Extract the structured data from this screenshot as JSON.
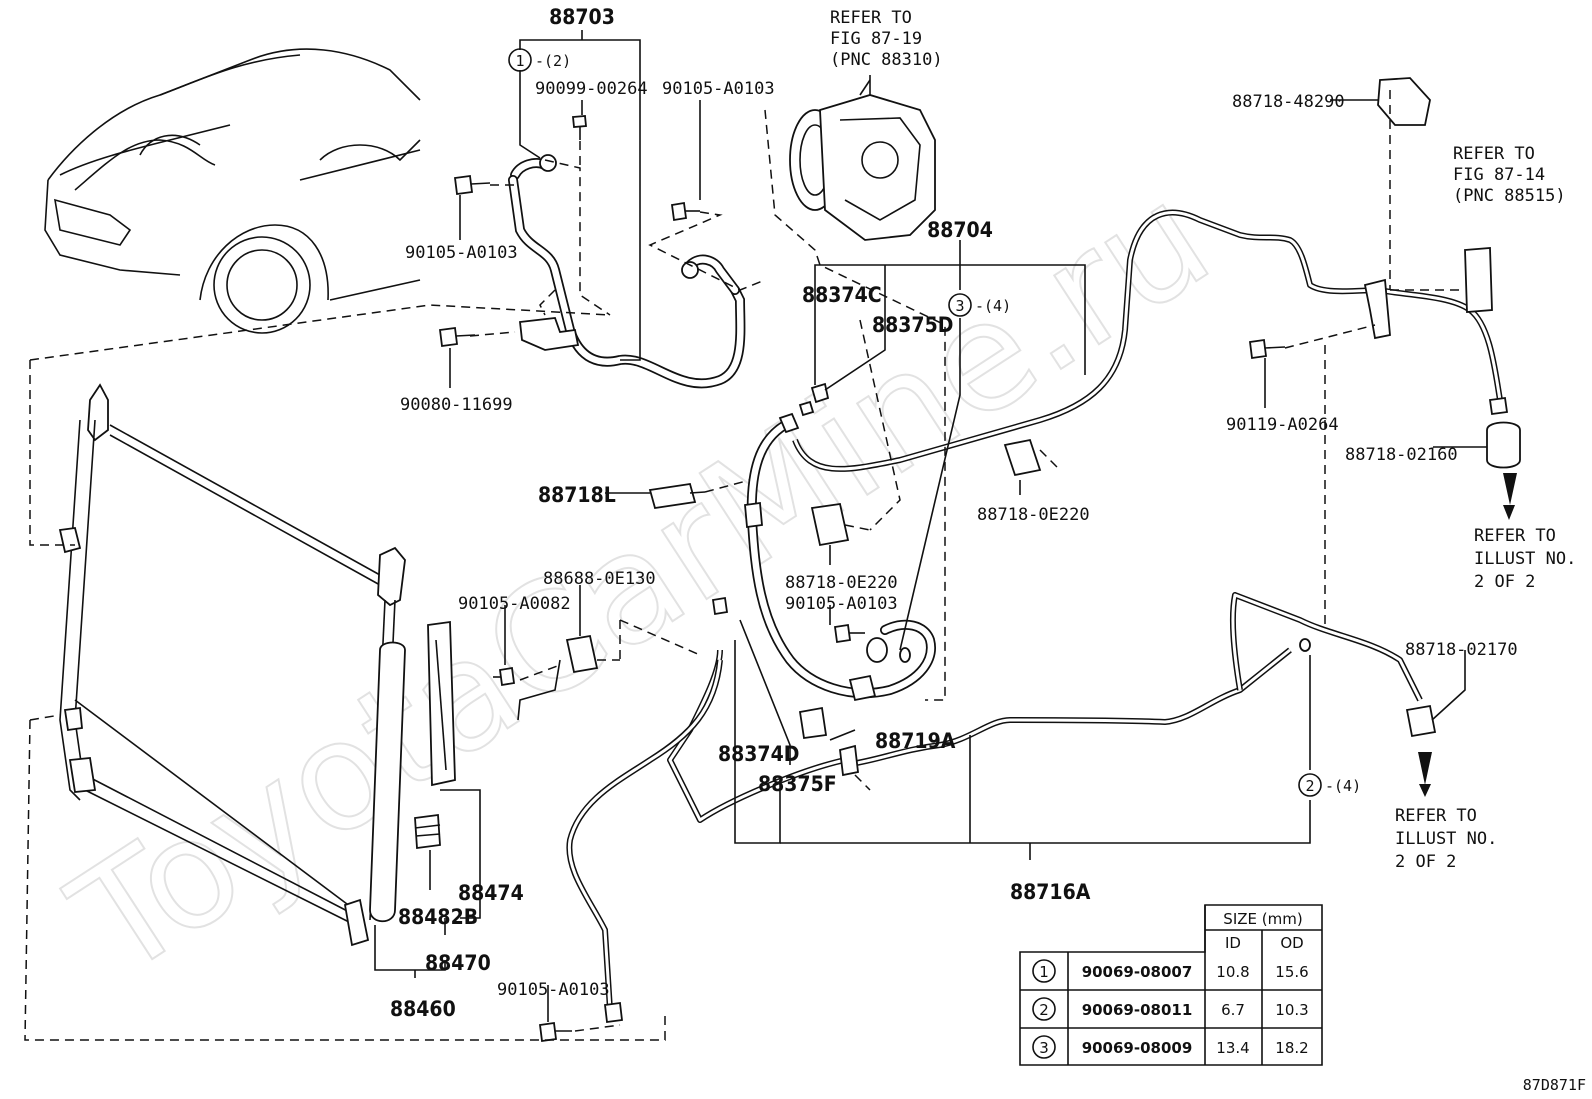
{
  "watermark": "ToyotaCarMine.ru",
  "diagram_id": "87D871F",
  "labels": {
    "p88703": "88703",
    "c1_qty": "-(2)",
    "p90099": "90099-00264",
    "p90105_top_right": "90105-A0103",
    "p90105_top_left": "90105-A0103",
    "p90080": "90080-11699",
    "refer_comp_1": "REFER TO",
    "refer_comp_2": "FIG 87-19",
    "refer_comp_3": "(PNC 88310)",
    "p88704": "88704",
    "p88374C": "88374C",
    "p88375D": "88375D",
    "c3_qty": "-(4)",
    "p88718L": "88718L",
    "p88718_0E220_right": "88718-0E220",
    "p88718_0E220_mid": "88718-0E220",
    "p90105_mid": "90105-A0103",
    "p88688": "88688-0E130",
    "p90105_A0082": "90105-A0082",
    "p88374D": "88374D",
    "p88375F": "88375F",
    "p88719A": "88719A",
    "p88474": "88474",
    "p88482B": "88482B",
    "p88470": "88470",
    "p88460": "88460",
    "p90105_bottom": "90105-A0103",
    "p88716A": "88716A",
    "c2_qty": "-(4)",
    "p88718_48290": "88718-48290",
    "refer_exp_1": "REFER TO",
    "refer_exp_2": "FIG 87-14",
    "refer_exp_3": "(PNC 88515)",
    "p90119": "90119-A0264",
    "p88718_02160": "88718-02160",
    "refer_ill1_1": "REFER TO",
    "refer_ill1_2": "ILLUST NO.",
    "refer_ill1_3": "2 OF 2",
    "p88718_02170": "88718-02170",
    "refer_ill2_1": "REFER TO",
    "refer_ill2_2": "ILLUST NO.",
    "refer_ill2_3": "2 OF 2"
  },
  "callouts": {
    "one": "1",
    "two": "2",
    "three": "3"
  },
  "size_table": {
    "header": "SIZE (mm)",
    "col_id": "ID",
    "col_od": "OD",
    "rows": [
      {
        "ref": "1",
        "part": "90069-08007",
        "id": "10.8",
        "od": "15.6"
      },
      {
        "ref": "2",
        "part": "90069-08011",
        "id": "6.7",
        "od": "10.3"
      },
      {
        "ref": "3",
        "part": "90069-08009",
        "id": "13.4",
        "od": "18.2"
      }
    ]
  }
}
